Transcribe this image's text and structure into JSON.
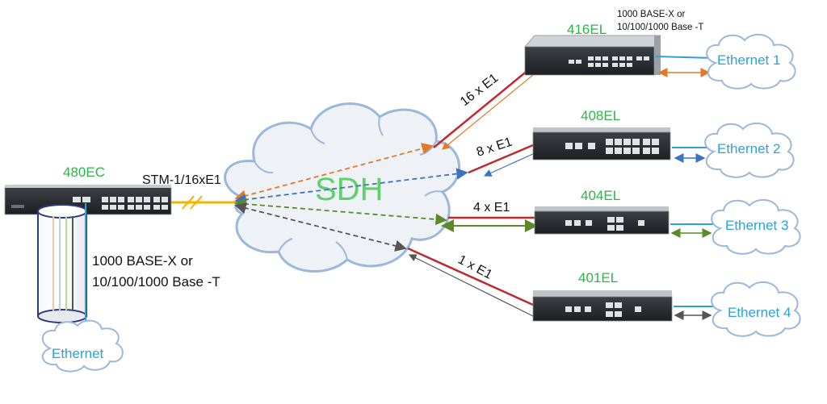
{
  "sdh": {
    "label": "SDH"
  },
  "central": {
    "name": "480EC",
    "link_label": "STM-1/16xE1",
    "interface_line1": "1000 BASE-X or",
    "interface_line2": "10/100/1000 Base -T",
    "lan": "Ethernet"
  },
  "top_note": {
    "line1": "1000 BASE-X or",
    "line2": "10/100/1000 Base -T"
  },
  "remotes": [
    {
      "name": "416EL",
      "e1": "16 x E1",
      "lan": "Ethernet 1",
      "ports": 16
    },
    {
      "name": "408EL",
      "e1": "8 x E1",
      "lan": "Ethernet 2",
      "ports": 8
    },
    {
      "name": "404EL",
      "e1": "4 x E1",
      "lan": "Ethernet 3",
      "ports": 4
    },
    {
      "name": "401EL",
      "e1": "1 x E1",
      "lan": "Ethernet 4",
      "ports": 1
    }
  ],
  "colors": {
    "device_name": "#2fb34a",
    "sdh_text": "#5fd06a",
    "cloud_stroke": "#9bb8dc",
    "ethernet_text": "#29a3da",
    "ethernet_line": "#29a3da",
    "stm_link": "#f2b400",
    "e1_link": "#c0282f",
    "path_orange": "#e07a2a",
    "path_blue": "#3a74c0",
    "path_green": "#5a8a2a",
    "path_dark": "#555555"
  }
}
